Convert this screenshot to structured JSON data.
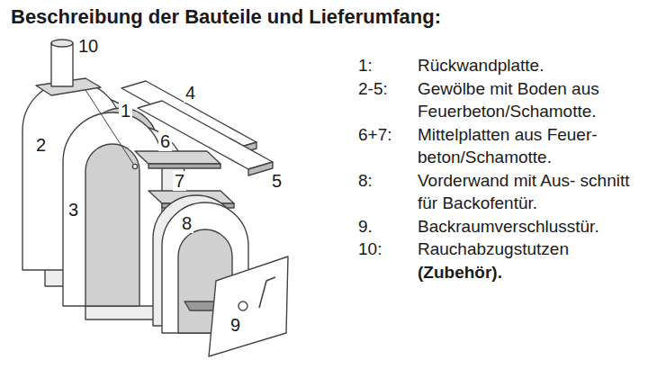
{
  "diagram": {
    "title": "Beschreibung der Bauteile und Lieferumfang:",
    "labels": [
      "10",
      "1",
      "2",
      "6",
      "4",
      "3",
      "7",
      "5",
      "8",
      "9",
      "1:",
      "Rückwandplatte.",
      "2-5:",
      "Gewölbe mit Boden aus Feuerbeton/Schamotte.",
      "6+7:",
      "Mittelplatten aus Feuer- beton/Schamotte.",
      "8:",
      "Vorderwand mit Aus- schnitt für Backofentür.",
      "9.",
      "Backraumverschlusstür.",
      "10:",
      "Rauchabzugstutzen",
      "(Zubehör)."
    ]
  }
}
